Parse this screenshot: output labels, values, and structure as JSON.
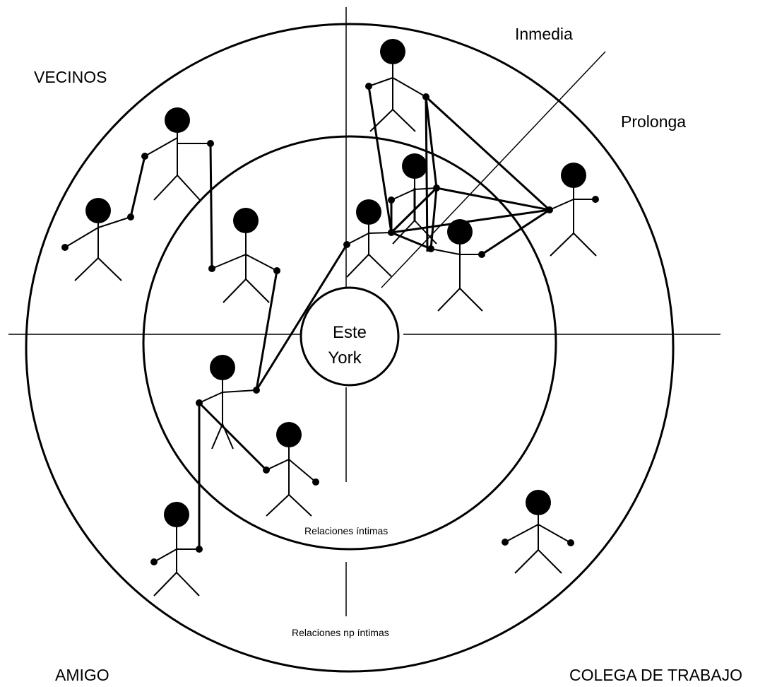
{
  "center": {
    "line1": "Este",
    "line2": "York"
  },
  "quadrant_labels": {
    "top_left": "VECINOS",
    "bottom_left": "AMIGO",
    "bottom_right": "COLEGA DE TRABAJO"
  },
  "axis_labels": {
    "diagonal_1": "Inmedia",
    "diagonal_2": "Prolonga"
  },
  "ring_labels": {
    "inner": "Relaciones íntimas",
    "outer": "Relaciones np  íntimas"
  },
  "colors": {
    "ink": "#000000",
    "background": "#ffffff"
  }
}
